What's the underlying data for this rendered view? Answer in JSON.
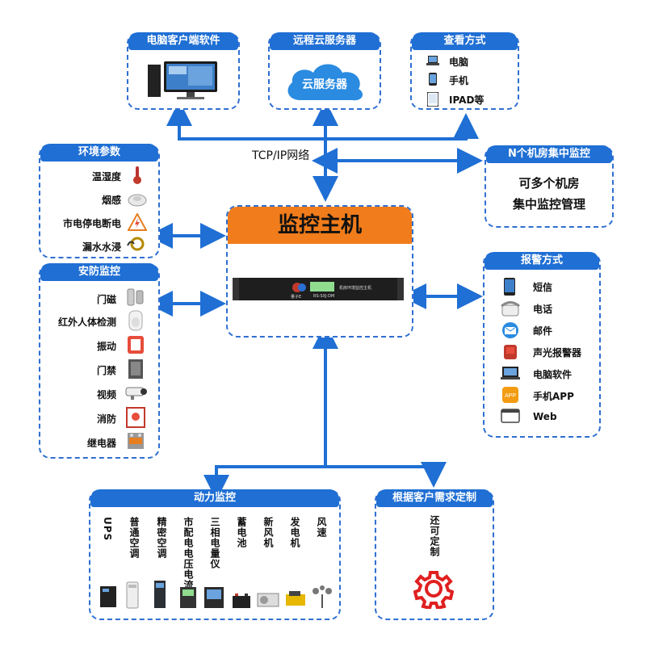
{
  "top": {
    "pc_client": {
      "title": "电脑客户端软件"
    },
    "cloud": {
      "title": "远程云服务器",
      "cloud_label": "云服务器"
    },
    "view": {
      "title": "查看方式",
      "items": [
        "电脑",
        "手机",
        "IPAD等"
      ]
    }
  },
  "network_label": "TCP/IP网络",
  "central": {
    "title": "监控主机",
    "device_brand": "量子E",
    "device_text": "机房环境监控主机",
    "device_model": "RS-SXJ-DM"
  },
  "env": {
    "title": "环境参数",
    "items": [
      "温湿度",
      "烟感",
      "市电停电断电",
      "漏水水浸"
    ]
  },
  "security": {
    "title": "安防监控",
    "items": [
      "门磁",
      "红外人体检测",
      "振动",
      "门禁",
      "视频",
      "消防",
      "继电器"
    ]
  },
  "multi": {
    "title": "N个机房集中监控",
    "line1": "可多个机房",
    "line2": "集中监控管理"
  },
  "alarm": {
    "title": "报警方式",
    "items": [
      "短信",
      "电话",
      "邮件",
      "声光报警器",
      "电脑软件",
      "手机APP",
      "Web"
    ]
  },
  "power": {
    "title": "动力监控",
    "items": [
      "UPS",
      "普通空调",
      "精密空调",
      "市配电电压电流",
      "三相电量仪",
      "蓄电池",
      "新风机",
      "发电机",
      "风速"
    ]
  },
  "custom": {
    "title": "根据客户需求定制",
    "text": "还可定制"
  },
  "colors": {
    "accent": "#1f6fd4",
    "arrow": "#1f6fd4",
    "main_header": "#f07c1b",
    "dash": "#2f6fd1"
  }
}
